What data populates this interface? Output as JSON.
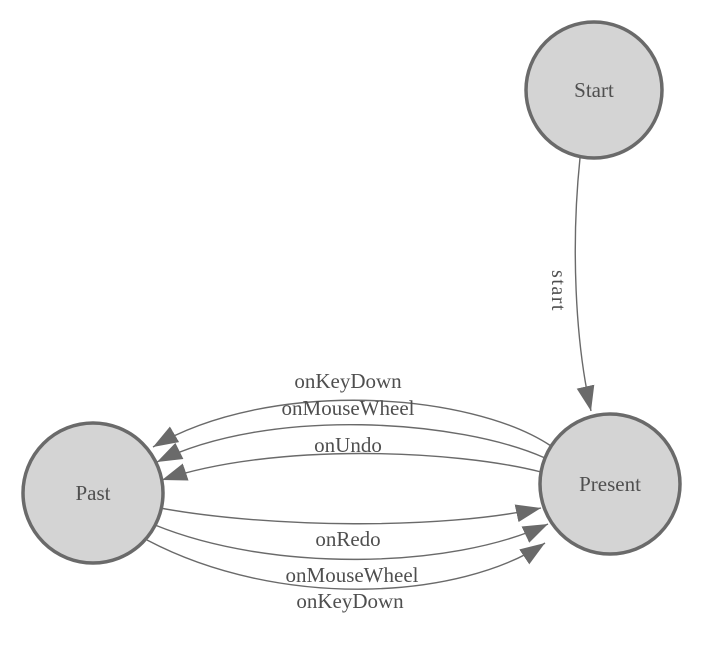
{
  "diagram": {
    "kind": "state-machine",
    "colors": {
      "background": "#ffffff",
      "node_fill": "#d4d4d4",
      "node_stroke": "#6a6a6a",
      "edge_stroke": "#6a6a6a",
      "arrow_fill": "#6a6a6a",
      "text": "#4f4f4f"
    },
    "nodes": [
      {
        "id": "start",
        "label": "Start"
      },
      {
        "id": "present",
        "label": "Present"
      },
      {
        "id": "past",
        "label": "Past"
      }
    ],
    "edges": [
      {
        "from": "Start",
        "to": "Present",
        "label": "start"
      },
      {
        "from": "Present",
        "to": "Past",
        "label": "onKeyDown"
      },
      {
        "from": "Present",
        "to": "Past",
        "label": "onMouseWheel"
      },
      {
        "from": "Present",
        "to": "Past",
        "label": "onUndo"
      },
      {
        "from": "Past",
        "to": "Present",
        "label": "onRedo"
      },
      {
        "from": "Past",
        "to": "Present",
        "label": "onMouseWheel"
      },
      {
        "from": "Past",
        "to": "Present",
        "label": "onKeyDown"
      }
    ]
  }
}
